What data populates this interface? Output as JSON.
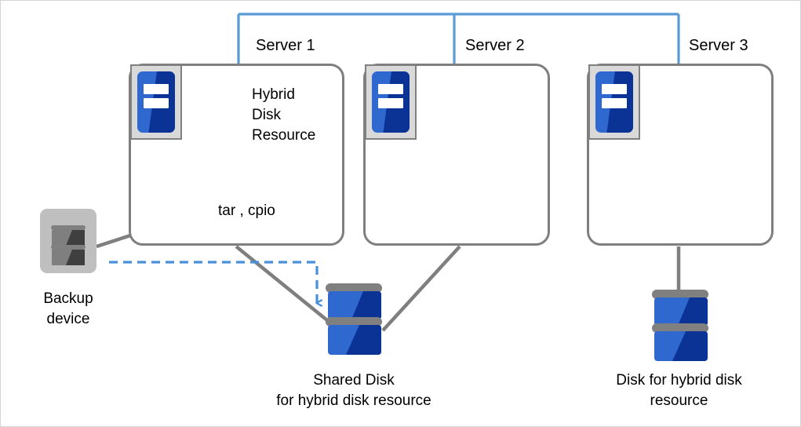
{
  "diagram": {
    "title": "Hybrid disk resource backup configuration",
    "colors": {
      "network_line": "#5b9bd5",
      "connector_line": "#7f7f7f",
      "dashed_arrow": "#4a90d9",
      "box_border": "#7f7f7f",
      "disk_light_blue": "#2f68cf",
      "disk_dark_blue": "#0b3396",
      "disk_cap_grey": "#808080",
      "icon_grey": "#bfbfbf",
      "text": "#000000",
      "canvas_border": "#d4d4d4"
    },
    "servers": [
      {
        "label": "Server 1",
        "icon": "server-icon"
      },
      {
        "label": "Server 2",
        "icon": "server-icon"
      },
      {
        "label": "Server 3",
        "icon": "server-icon"
      }
    ],
    "resources": {
      "hybrid_disk_resource": "Hybrid\nDisk\nResource",
      "hybrid_disk_resource_icon": "globe-icon",
      "backup_command": "tar , cpio",
      "backup_command_icon": "script-file-icon"
    },
    "backup_device": {
      "label": "Backup\ndevice",
      "icon": "backup-device-icon"
    },
    "disks": [
      {
        "name": "shared-disk",
        "label": "Shared Disk\nfor hybrid disk resource",
        "icon": "disk-stack-icon"
      },
      {
        "name": "hybrid-disk",
        "label": "Disk for hybrid disk\nresource",
        "icon": "disk-stack-icon"
      }
    ],
    "connections": {
      "network_bus": "interconnect-bus",
      "backup_path": "dashed-backup-arrow"
    }
  }
}
